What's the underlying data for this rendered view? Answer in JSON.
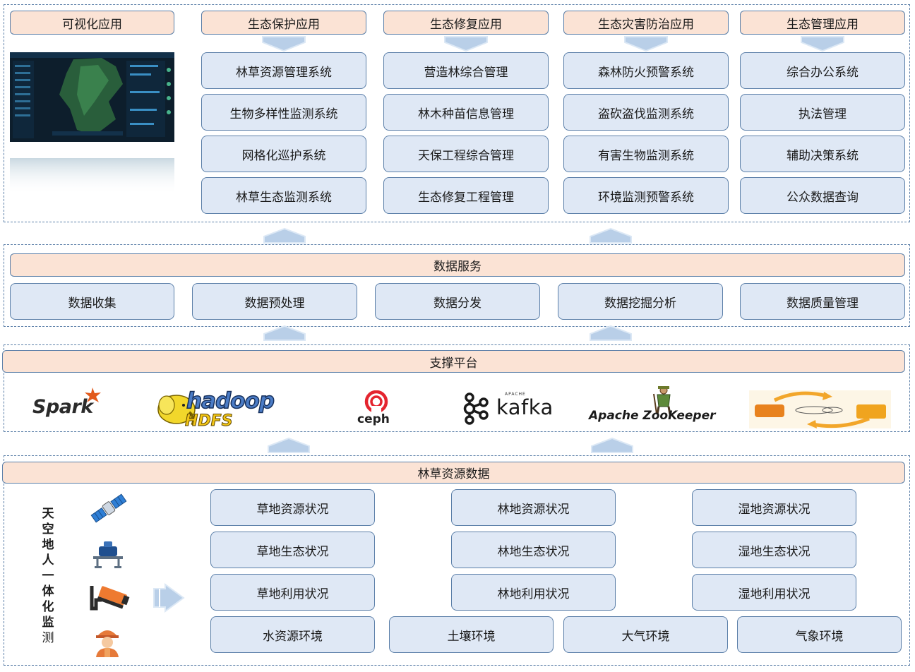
{
  "application_layer": {
    "columns": [
      {
        "title": "可视化应用",
        "items": []
      },
      {
        "title": "生态保护应用",
        "items": [
          "林草资源管理系统",
          "生物多样性监测系统",
          "网格化巡护系统",
          "林草生态监测系统"
        ]
      },
      {
        "title": "生态修复应用",
        "items": [
          "营造林综合管理",
          "林木种苗信息管理",
          "天保工程综合管理",
          "生态修复工程管理"
        ]
      },
      {
        "title": "生态灾害防治应用",
        "items": [
          "森林防火预警系统",
          "盗砍盗伐监测系统",
          "有害生物监测系统",
          "环境监测预警系统"
        ]
      },
      {
        "title": "生态管理应用",
        "items": [
          "综合办公系统",
          "执法管理",
          "辅助决策系统",
          "公众数据查询"
        ]
      }
    ]
  },
  "data_service_layer": {
    "title": "数据服务",
    "items": [
      "数据收集",
      "数据预处理",
      "数据分发",
      "数据挖掘分析",
      "数据质量管理"
    ]
  },
  "support_layer": {
    "title": "支撑平台",
    "logos": [
      "Spark",
      "hadoop",
      "HDFS",
      "ceph",
      "APACHE",
      "kafka",
      "Apache ZooKeeper"
    ]
  },
  "resource_layer": {
    "title": "林草资源数据",
    "monitor_label": [
      "天",
      "空",
      "地",
      "人",
      "一",
      "体",
      "化",
      "监",
      "测"
    ],
    "rows": [
      [
        "草地资源状况",
        "林地资源状况",
        "湿地资源状况"
      ],
      [
        "草地生态状况",
        "林地生态状况",
        "湿地生态状况"
      ],
      [
        "草地利用状况",
        "林地利用状况",
        "湿地利用状况"
      ],
      [
        "水资源环境",
        "土壤环境",
        "大气环境",
        "气象环境"
      ]
    ]
  },
  "colors": {
    "header_fill": "#fbe3d5",
    "box_fill": "#dfe8f5",
    "border": "#5b7fa8",
    "arrow": "#b9cfe8"
  },
  "icons": [
    "satellite-icon",
    "drone-icon",
    "camera-icon",
    "ranger-icon",
    "right-arrow-icon",
    "up-arrow-icon",
    "down-arrow-icon"
  ]
}
